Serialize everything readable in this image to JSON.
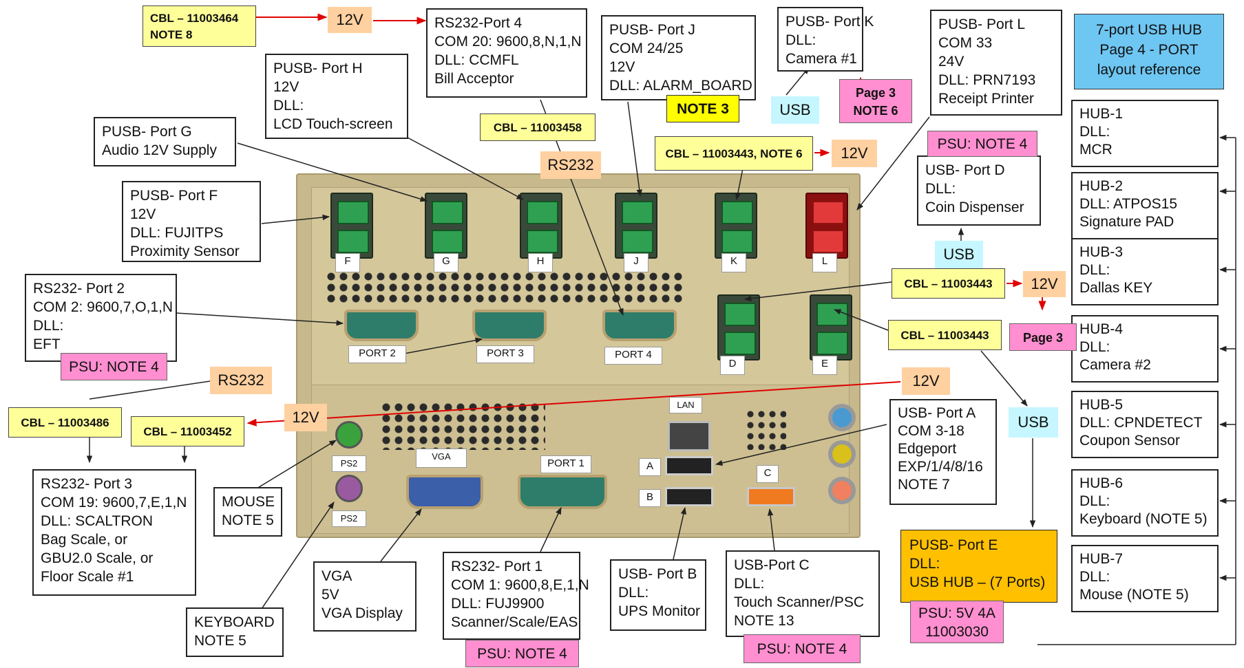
{
  "hub": {
    "title": [
      "7-port USB HUB",
      "Page 4 - PORT",
      "layout reference"
    ],
    "ports": [
      {
        "name": "HUB-1",
        "lines": [
          "DLL:",
          "MCR"
        ]
      },
      {
        "name": "HUB-2",
        "lines": [
          "DLL:  ATPOS15",
          "Signature PAD"
        ]
      },
      {
        "name": "HUB-3",
        "lines": [
          "DLL:",
          "Dallas KEY"
        ]
      },
      {
        "name": "HUB-4",
        "lines": [
          "DLL:",
          "Camera #2"
        ]
      },
      {
        "name": "HUB-5",
        "lines": [
          "DLL: CPNDETECT",
          "Coupon Sensor"
        ]
      },
      {
        "name": "HUB-6",
        "lines": [
          "DLL:",
          "Keyboard (NOTE 5)"
        ]
      },
      {
        "name": "HUB-7",
        "lines": [
          "DLL:",
          "Mouse (NOTE 5)"
        ]
      }
    ]
  },
  "port_boxes": {
    "rs232_port4": [
      "RS232-Port 4",
      "COM 20: 9600,8,N,1,N",
      "DLL: CCMFL",
      "Bill Acceptor"
    ],
    "pusb_j": [
      "PUSB- Port J",
      "COM 24/25",
      "12V",
      "DLL:  ALARM_BOARD"
    ],
    "pusb_k": [
      "PUSB- Port K",
      "DLL:",
      "Camera #1"
    ],
    "pusb_l": [
      "PUSB- Port L",
      "COM 33",
      "24V",
      "DLL:  PRN7193",
      "Receipt Printer"
    ],
    "pusb_h": [
      "PUSB- Port H",
      "12V",
      "DLL:",
      "LCD Touch-screen"
    ],
    "pusb_g": [
      "PUSB- Port G",
      "Audio 12V Supply"
    ],
    "pusb_f": [
      "PUSB- Port F",
      "12V",
      "DLL:  FUJITPS",
      "Proximity Sensor"
    ],
    "usb_d": [
      "USB- Port D",
      "DLL:",
      "Coin Dispenser"
    ],
    "rs232_port2": [
      "RS232- Port 2",
      "COM 2: 9600,7,O,1,N",
      "DLL:",
      "EFT"
    ],
    "rs232_port3": [
      "RS232- Port 3",
      "COM 19: 9600,7,E,1,N",
      "DLL: SCALTRON",
      "Bag Scale, or",
      "GBU2.0 Scale, or",
      "Floor Scale #1"
    ],
    "mouse": [
      "MOUSE",
      "NOTE 5"
    ],
    "keyboard": [
      "KEYBOARD",
      "NOTE 5"
    ],
    "vga": [
      "VGA",
      "5V",
      "VGA Display"
    ],
    "rs232_port1": [
      "RS232- Port 1",
      "COM 1: 9600,8,E,1,N",
      "DLL: FUJ9900",
      "Scanner/Scale/EAS"
    ],
    "usb_b": [
      "USB- Port B",
      "DLL:",
      "UPS Monitor"
    ],
    "usb_c": [
      "USB-Port C",
      "DLL:",
      "Touch Scanner/PSC",
      "NOTE 13"
    ],
    "usb_a": [
      "USB- Port A",
      "COM 3-18",
      "Edgeport",
      "EXP/1/4/8/16",
      "NOTE 7"
    ],
    "pusb_e": [
      "PUSB- Port E",
      "DLL:",
      "USB HUB – (7 Ports)"
    ]
  },
  "tags": {
    "cbl_3464": [
      "CBL – 11003464",
      "NOTE 8"
    ],
    "cbl_3458": "CBL – 11003458",
    "cbl_3443_note6": "CBL – 11003443, NOTE 6",
    "cbl_3443_a": "CBL – 11003443",
    "cbl_3443_b": "CBL – 11003443",
    "cbl_3486": "CBL – 11003486",
    "cbl_3452": "CBL – 11003452",
    "v12": "12V",
    "rs232": "RS232",
    "usb": "USB",
    "note3": "NOTE 3",
    "page3_note6": [
      "Page 3",
      "NOTE 6"
    ],
    "page3": "Page 3",
    "psu_note4": "PSU: NOTE 4",
    "psu_5v4a": [
      "PSU: 5V 4A",
      "11003030"
    ]
  },
  "panel_labels": {
    "usb_letters": [
      "F",
      "G",
      "H",
      "J",
      "K",
      "L"
    ],
    "usb_de": [
      "D",
      "E"
    ],
    "serial": [
      "PORT 2",
      "PORT 3",
      "PORT 4"
    ],
    "lan": "LAN",
    "vga": "VGA",
    "port1": "PORT 1",
    "ps2": "PS2",
    "a": "A",
    "b": "B",
    "c": "C"
  },
  "colors": {
    "panel": "#c7b98c",
    "wire_red": "#e00000",
    "usb_green": "#2fa052",
    "usb_red": "#e23a3a"
  }
}
